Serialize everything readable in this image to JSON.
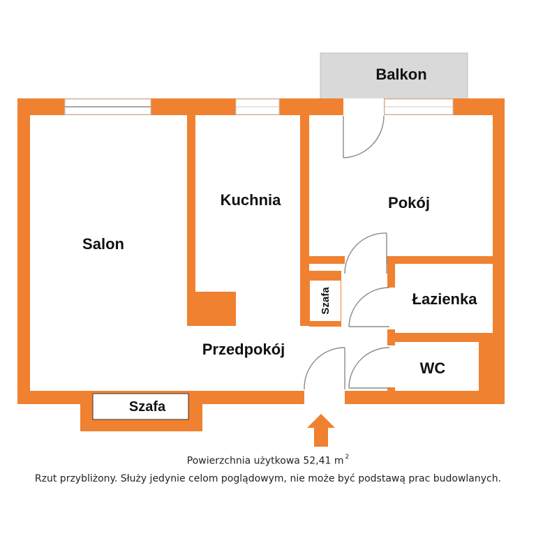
{
  "rooms": {
    "balkon": "Balkon",
    "salon": "Salon",
    "kuchnia": "Kuchnia",
    "pokoj": "Pokój",
    "szafa_small": "Szafa",
    "lazienka": "Łazienka",
    "przedpokoj": "Przedpokój",
    "wc": "WC",
    "szafa_bottom": "Szafa"
  },
  "footer": {
    "area_text": "Powierzchnia użytkowa 52,41 m",
    "area_superscript": "2",
    "disclaimer": "Rzut przybliżony. Służy jedynie celom poglądowym, nie może być podstawą prac budowlanych."
  },
  "colors": {
    "wall": "#ef8130",
    "balcony": "#d9d9d9",
    "entrance_arrow": "#ef8130"
  },
  "icons": {
    "entrance": "up-arrow-icon"
  }
}
